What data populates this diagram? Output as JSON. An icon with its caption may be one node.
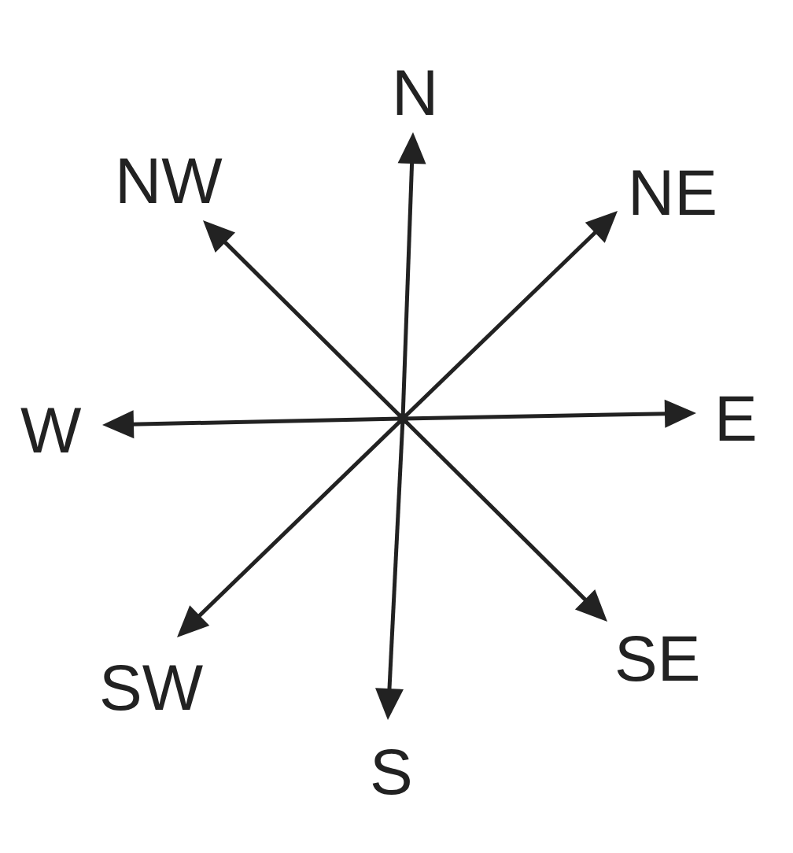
{
  "diagram": {
    "labels": [
      "N",
      "NW",
      "NE",
      "W",
      "E",
      "SW",
      "SE",
      "S"
    ]
  }
}
